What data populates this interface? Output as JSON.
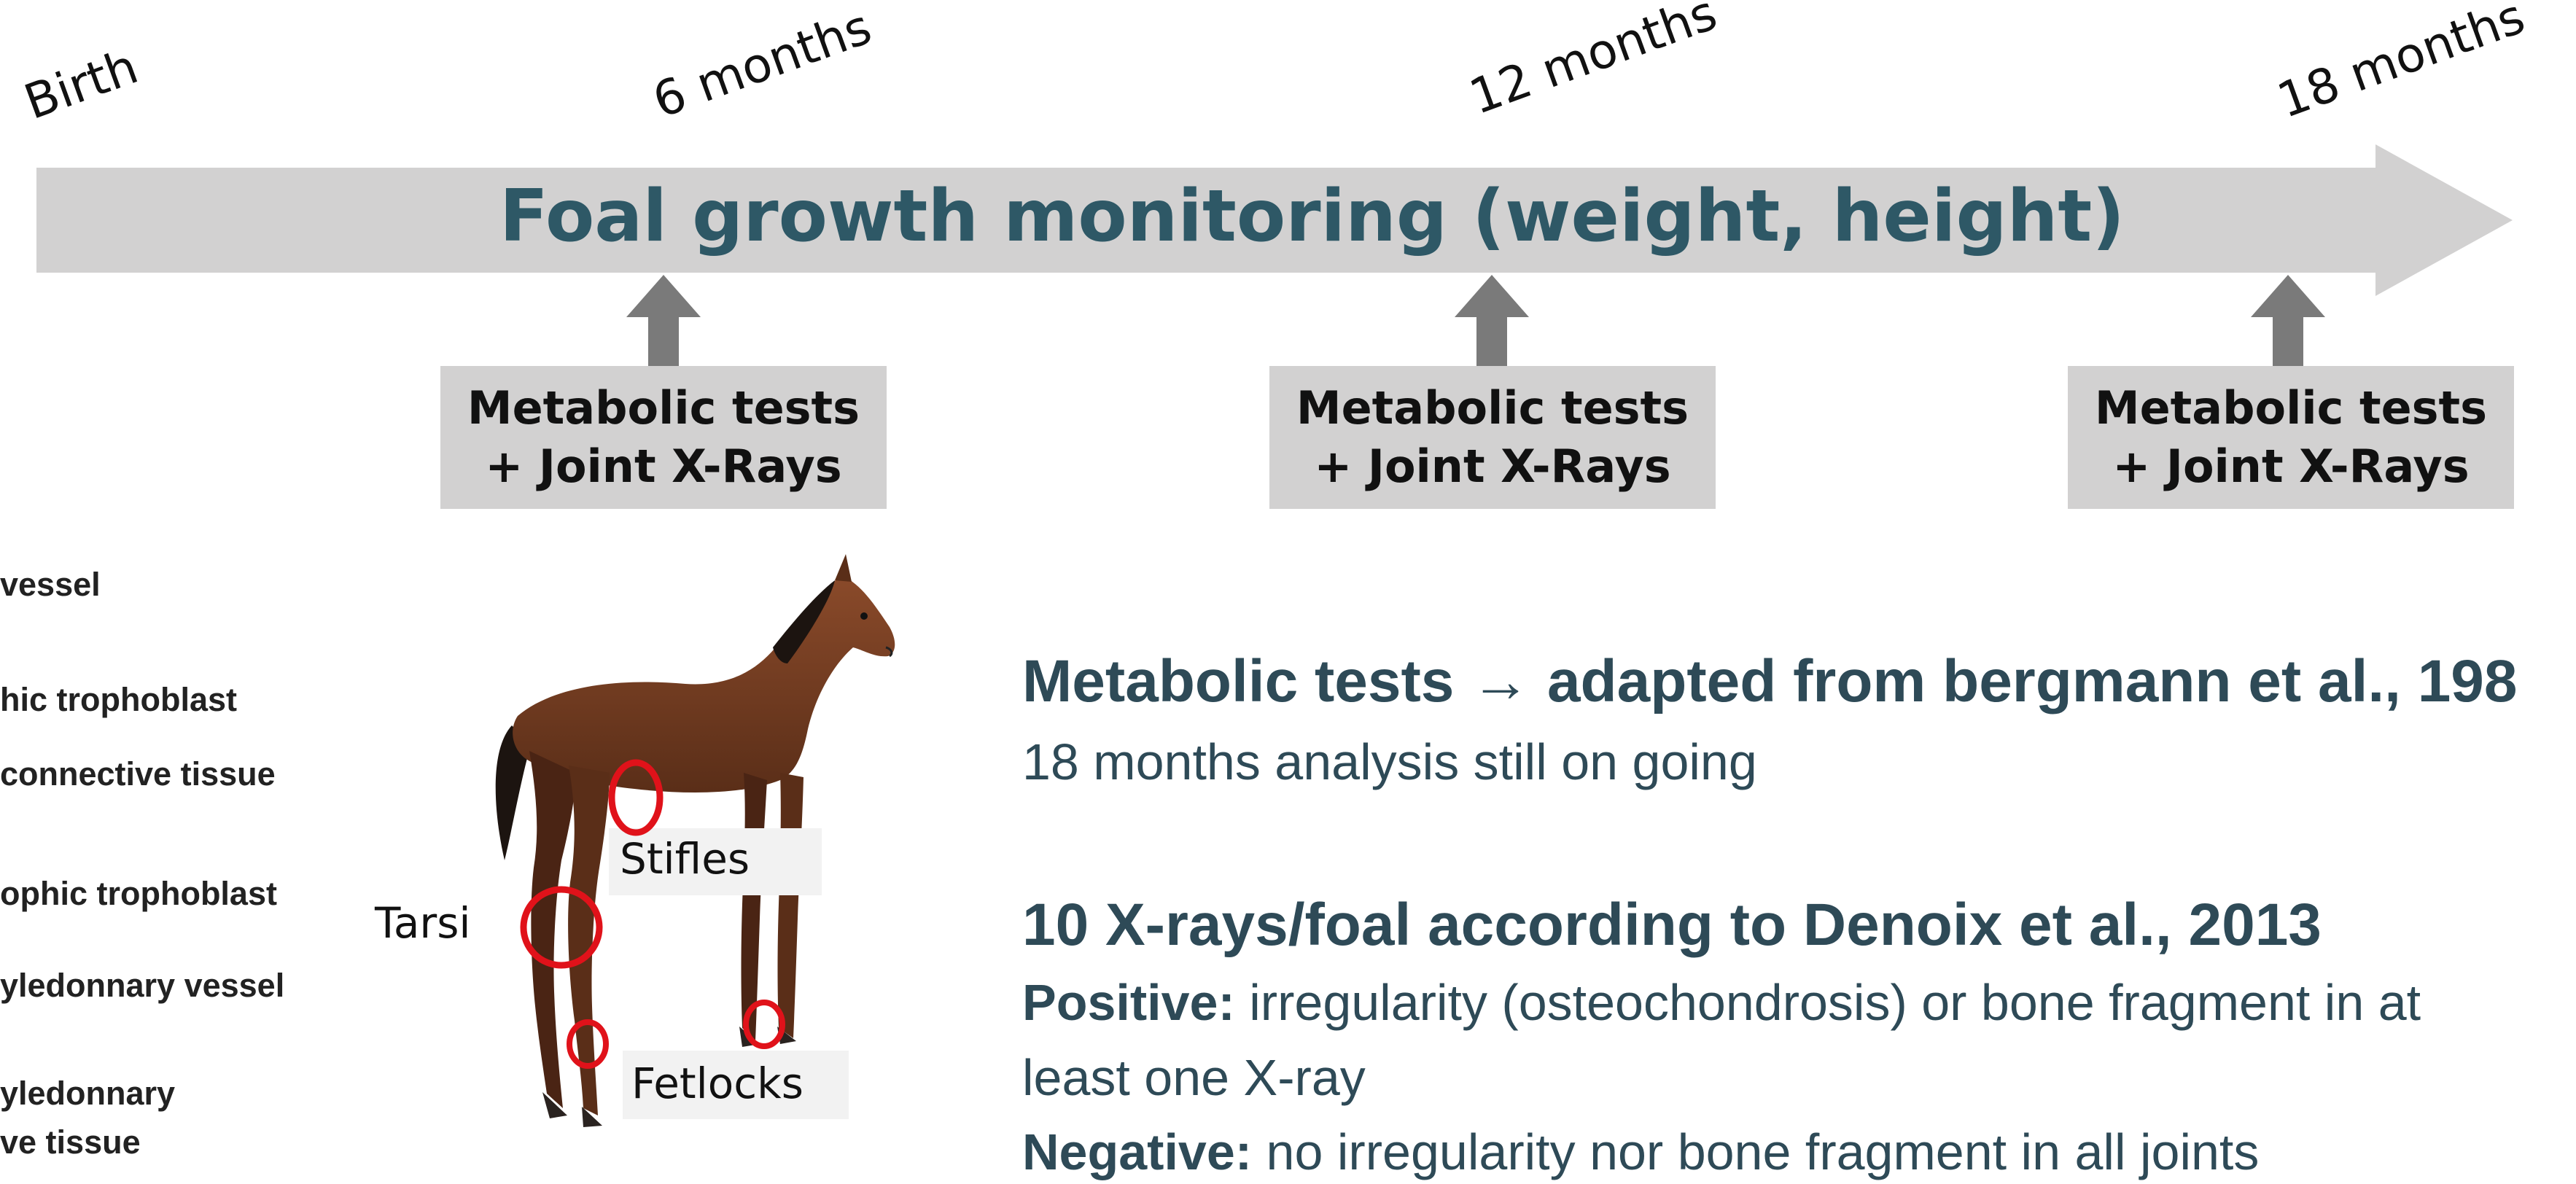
{
  "timeline": {
    "milestones": [
      "Birth",
      "6 months",
      "12 months",
      "18 months"
    ],
    "banner_title": "Foal growth monitoring (weight, height)",
    "arrow_color": "#d2d1d1",
    "title_color": "#2e5866"
  },
  "tests": [
    {
      "line1": "Metabolic tests",
      "line2": "+ Joint X-Rays"
    },
    {
      "line1": "Metabolic tests",
      "line2": "+ Joint X-Rays"
    },
    {
      "line1": "Metabolic tests",
      "line2": "+ Joint X-Rays"
    }
  ],
  "legend": {
    "items": [
      "vessel",
      "hic trophoblast",
      "connective tissue",
      "ophic trophoblast",
      "yledonnary vessel",
      "yledonnary",
      "ve tissue"
    ]
  },
  "horse": {
    "joints": [
      "Stifles",
      "Tarsi",
      "Fetlocks"
    ],
    "highlight_color": "#e0121a"
  },
  "info": {
    "metabolic_heading": "Metabolic tests → adapted from bergmann et al., 198",
    "metabolic_note": "18 months analysis still on going",
    "xray_heading": "10 X-rays/foal according to Denoix et al., 2013",
    "positive_label": "Positive:",
    "positive_text_1": " irregularity (osteochondrosis) or bone fragment in at",
    "positive_text_2": "least one X-ray",
    "negative_label": "Negative:",
    "negative_text": " no irregularity nor bone fragment in all joints"
  }
}
